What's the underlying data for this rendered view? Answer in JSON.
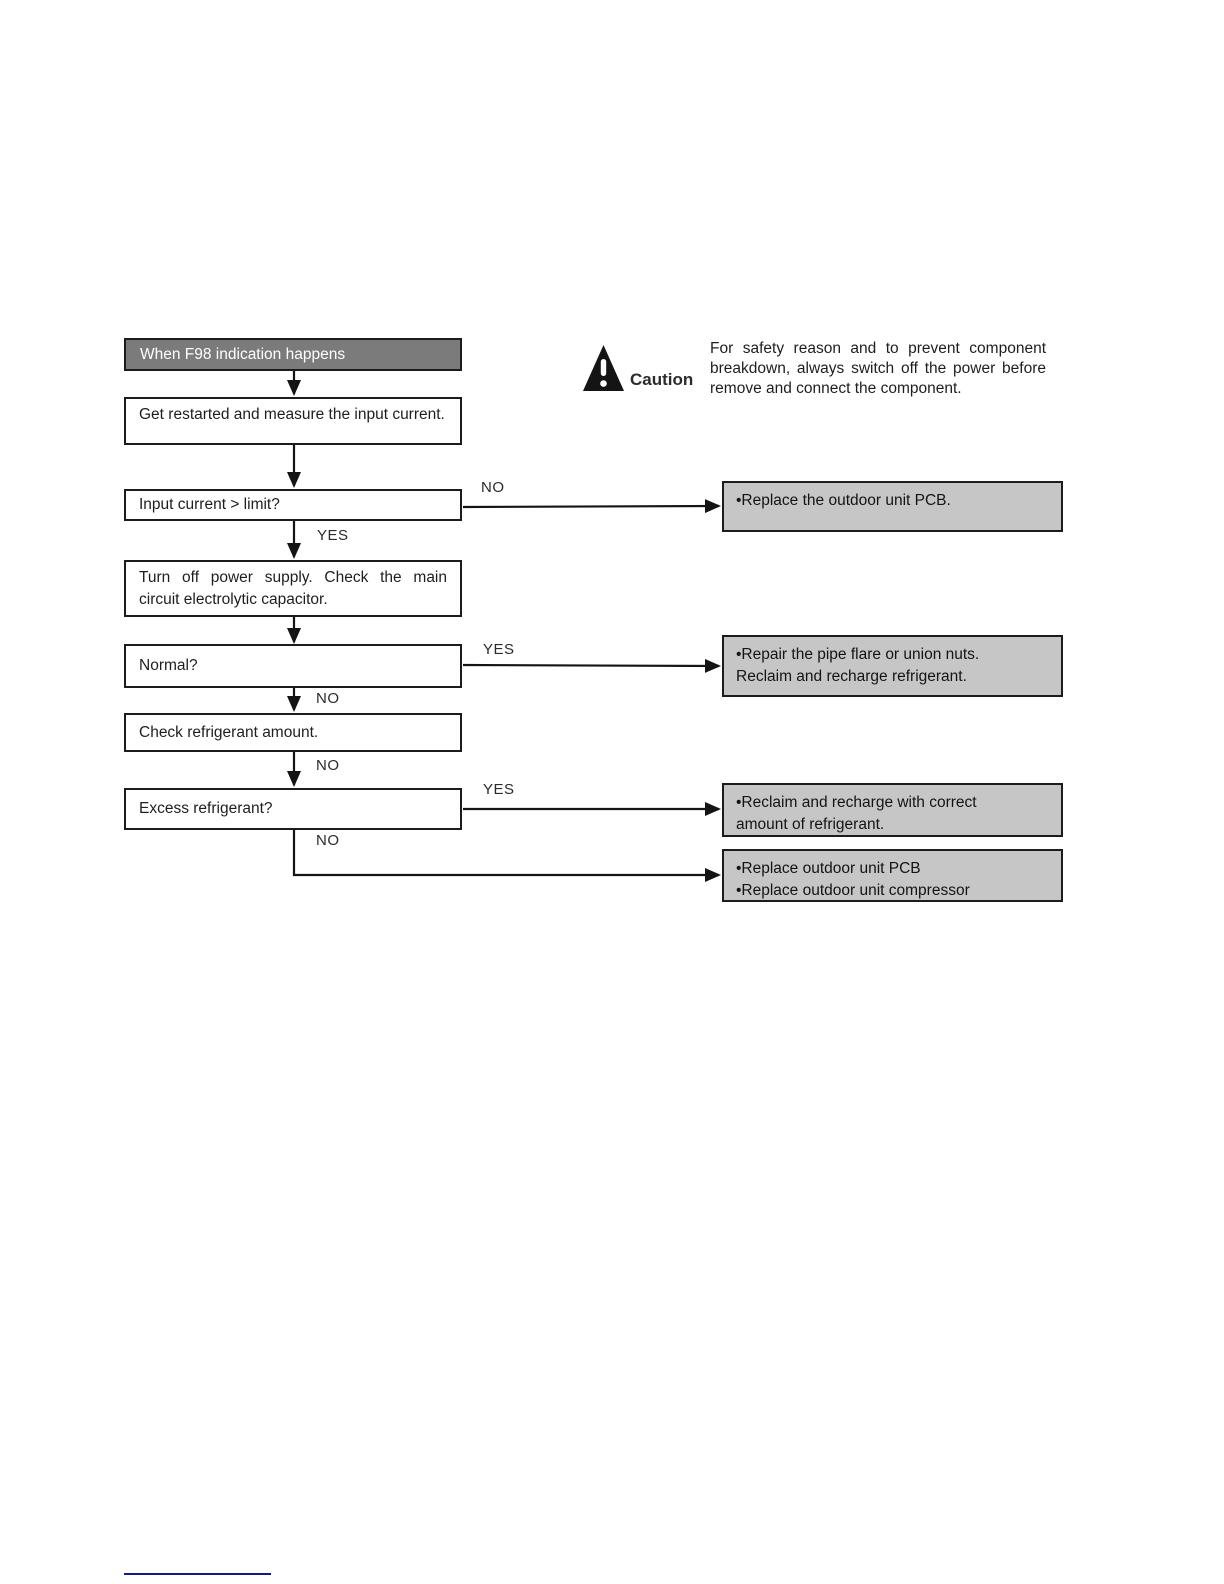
{
  "colors": {
    "page_background": "#ffffff",
    "start_node_fill": "#7b7b7b",
    "start_node_text": "#ffffff",
    "outcome_node_fill": "#c6c6c6",
    "box_border": "#1c1c1c",
    "connector_line": "#141414",
    "footer_rule": "#17178c"
  },
  "flowchart": {
    "start": {
      "label": "When F98 indication happens"
    },
    "steps": [
      {
        "text": "Get restarted and measure the input current."
      },
      {
        "text": "Input current > limit?"
      },
      {
        "text": "Turn off power supply. Check the main circuit electrolytic capacitor."
      },
      {
        "text": "Normal?"
      },
      {
        "text": "Check refrigerant amount."
      },
      {
        "text": "Excess refrigerant?"
      }
    ],
    "outcomes": [
      {
        "lines": [
          "•Replace the outdoor unit PCB."
        ]
      },
      {
        "lines": [
          "•Repair the pipe flare or union nuts.",
          "Reclaim and recharge refrigerant."
        ]
      },
      {
        "lines": [
          "•Reclaim and recharge with correct",
          "amount of refrigerant."
        ]
      },
      {
        "lines": [
          "•Replace outdoor unit PCB",
          "•Replace outdoor unit compressor"
        ]
      }
    ],
    "labels": {
      "input_current_no": "NO",
      "input_current_yes": "YES",
      "normal_yes": "YES",
      "normal_no": "NO",
      "check_refrigerant_no": "NO",
      "excess_yes": "YES",
      "excess_no": "NO"
    }
  },
  "caution": {
    "label": "Caution",
    "text": "For safety reason and to prevent component breakdown, always switch off the power before remove and connect the component."
  }
}
